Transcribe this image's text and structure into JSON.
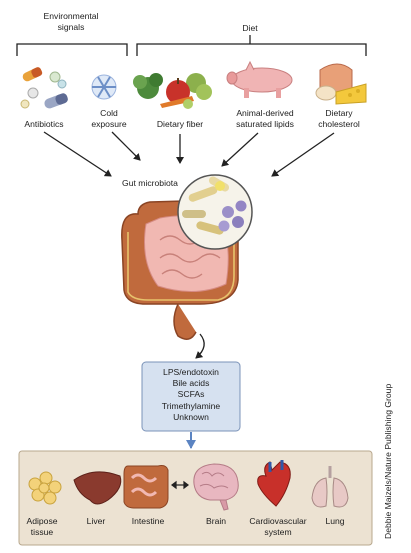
{
  "header": {
    "environmental_signals": "Environmental signals",
    "diet": "Diet"
  },
  "inputs": [
    {
      "label": "Antibiotics"
    },
    {
      "label": "Cold exposure"
    },
    {
      "label": "Dietary fiber"
    },
    {
      "label": "Animal-derived saturated lipids"
    },
    {
      "label": "Dietary cholesterol"
    }
  ],
  "gut_microbiota": "Gut microbiota",
  "metabolites": [
    "LPS/endotoxin",
    "Bile acids",
    "SCFAs",
    "Trimethylamine",
    "Unknown"
  ],
  "organs": [
    {
      "label": "Adipose tissue"
    },
    {
      "label": "Liver"
    },
    {
      "label": "Intestine"
    },
    {
      "label": "Brain"
    },
    {
      "label": "Cardiovascular system"
    },
    {
      "label": "Lung"
    }
  ],
  "credit": "Debbie Maizels/Nature Publishing Group",
  "colors": {
    "metabolite_box": "#d6e1f0",
    "organ_panel": "#ece2d2",
    "arrow": "#222222",
    "blue_arrow": "#5b84c2"
  }
}
